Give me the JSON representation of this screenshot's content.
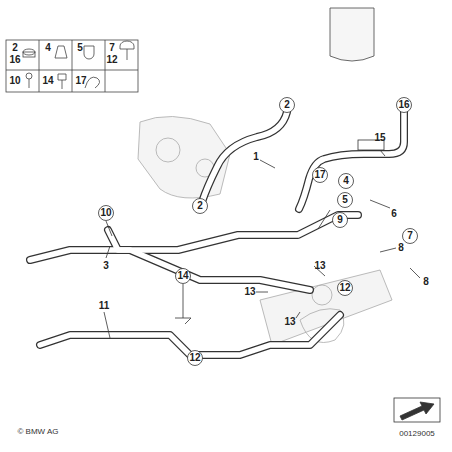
{
  "diagram": {
    "labels": [
      "2",
      "16",
      "4",
      "5",
      "7",
      "12",
      "10",
      "14",
      "17",
      "2",
      "16",
      "15",
      "1",
      "17",
      "2",
      "4",
      "5",
      "6",
      "9",
      "7",
      "10",
      "3",
      "8",
      "13",
      "8",
      "14",
      "13",
      "13",
      "12",
      "11",
      "12",
      "© BMW AG",
      "00129005"
    ]
  }
}
